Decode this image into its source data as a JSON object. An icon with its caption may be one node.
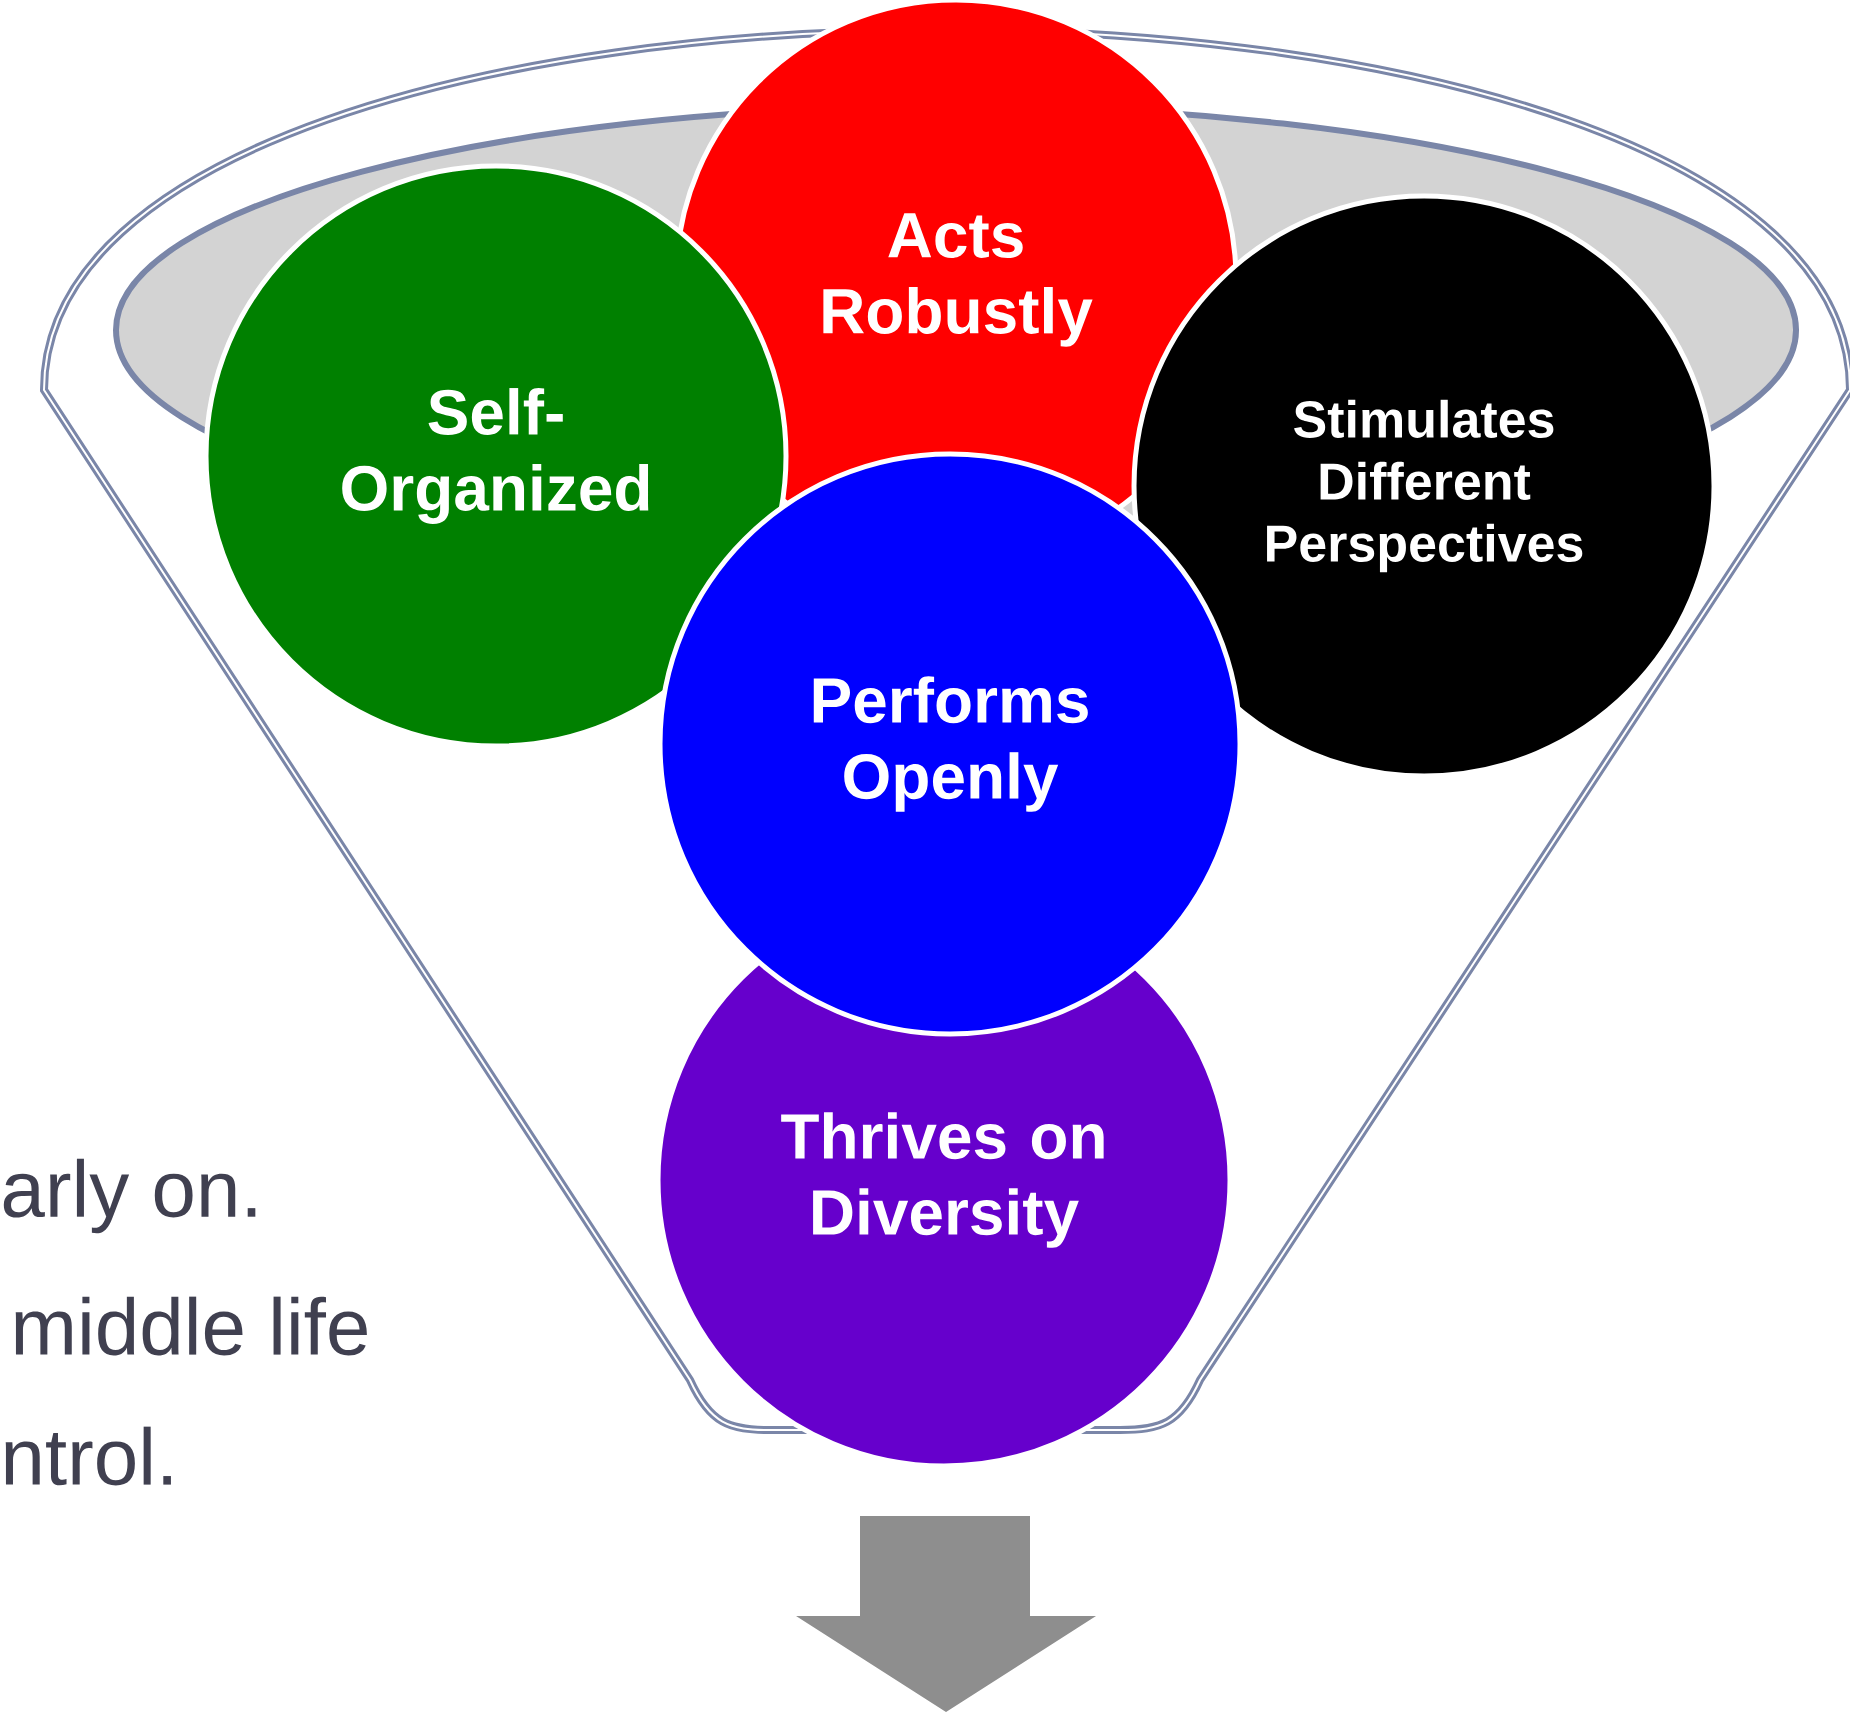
{
  "diagram": {
    "nodes": [
      {
        "text": [],
        "shape": "funnel"
      },
      {
        "text": [
          "Acts Robustly"
        ],
        "in": 0
      },
      {
        "text": [
          "Self-Organized"
        ],
        "in": 0
      },
      {
        "text": [
          "Stimulates Different Perspectives"
        ],
        "in": 0
      },
      {
        "text": [
          "Performs Openly"
        ],
        "in": 0
      },
      {
        "text": [
          "Thrives on Diversity"
        ],
        "in": 0
      }
    ],
    "labels": [
      "arly on.",
      "middle life",
      "ntrol."
    ]
  }
}
